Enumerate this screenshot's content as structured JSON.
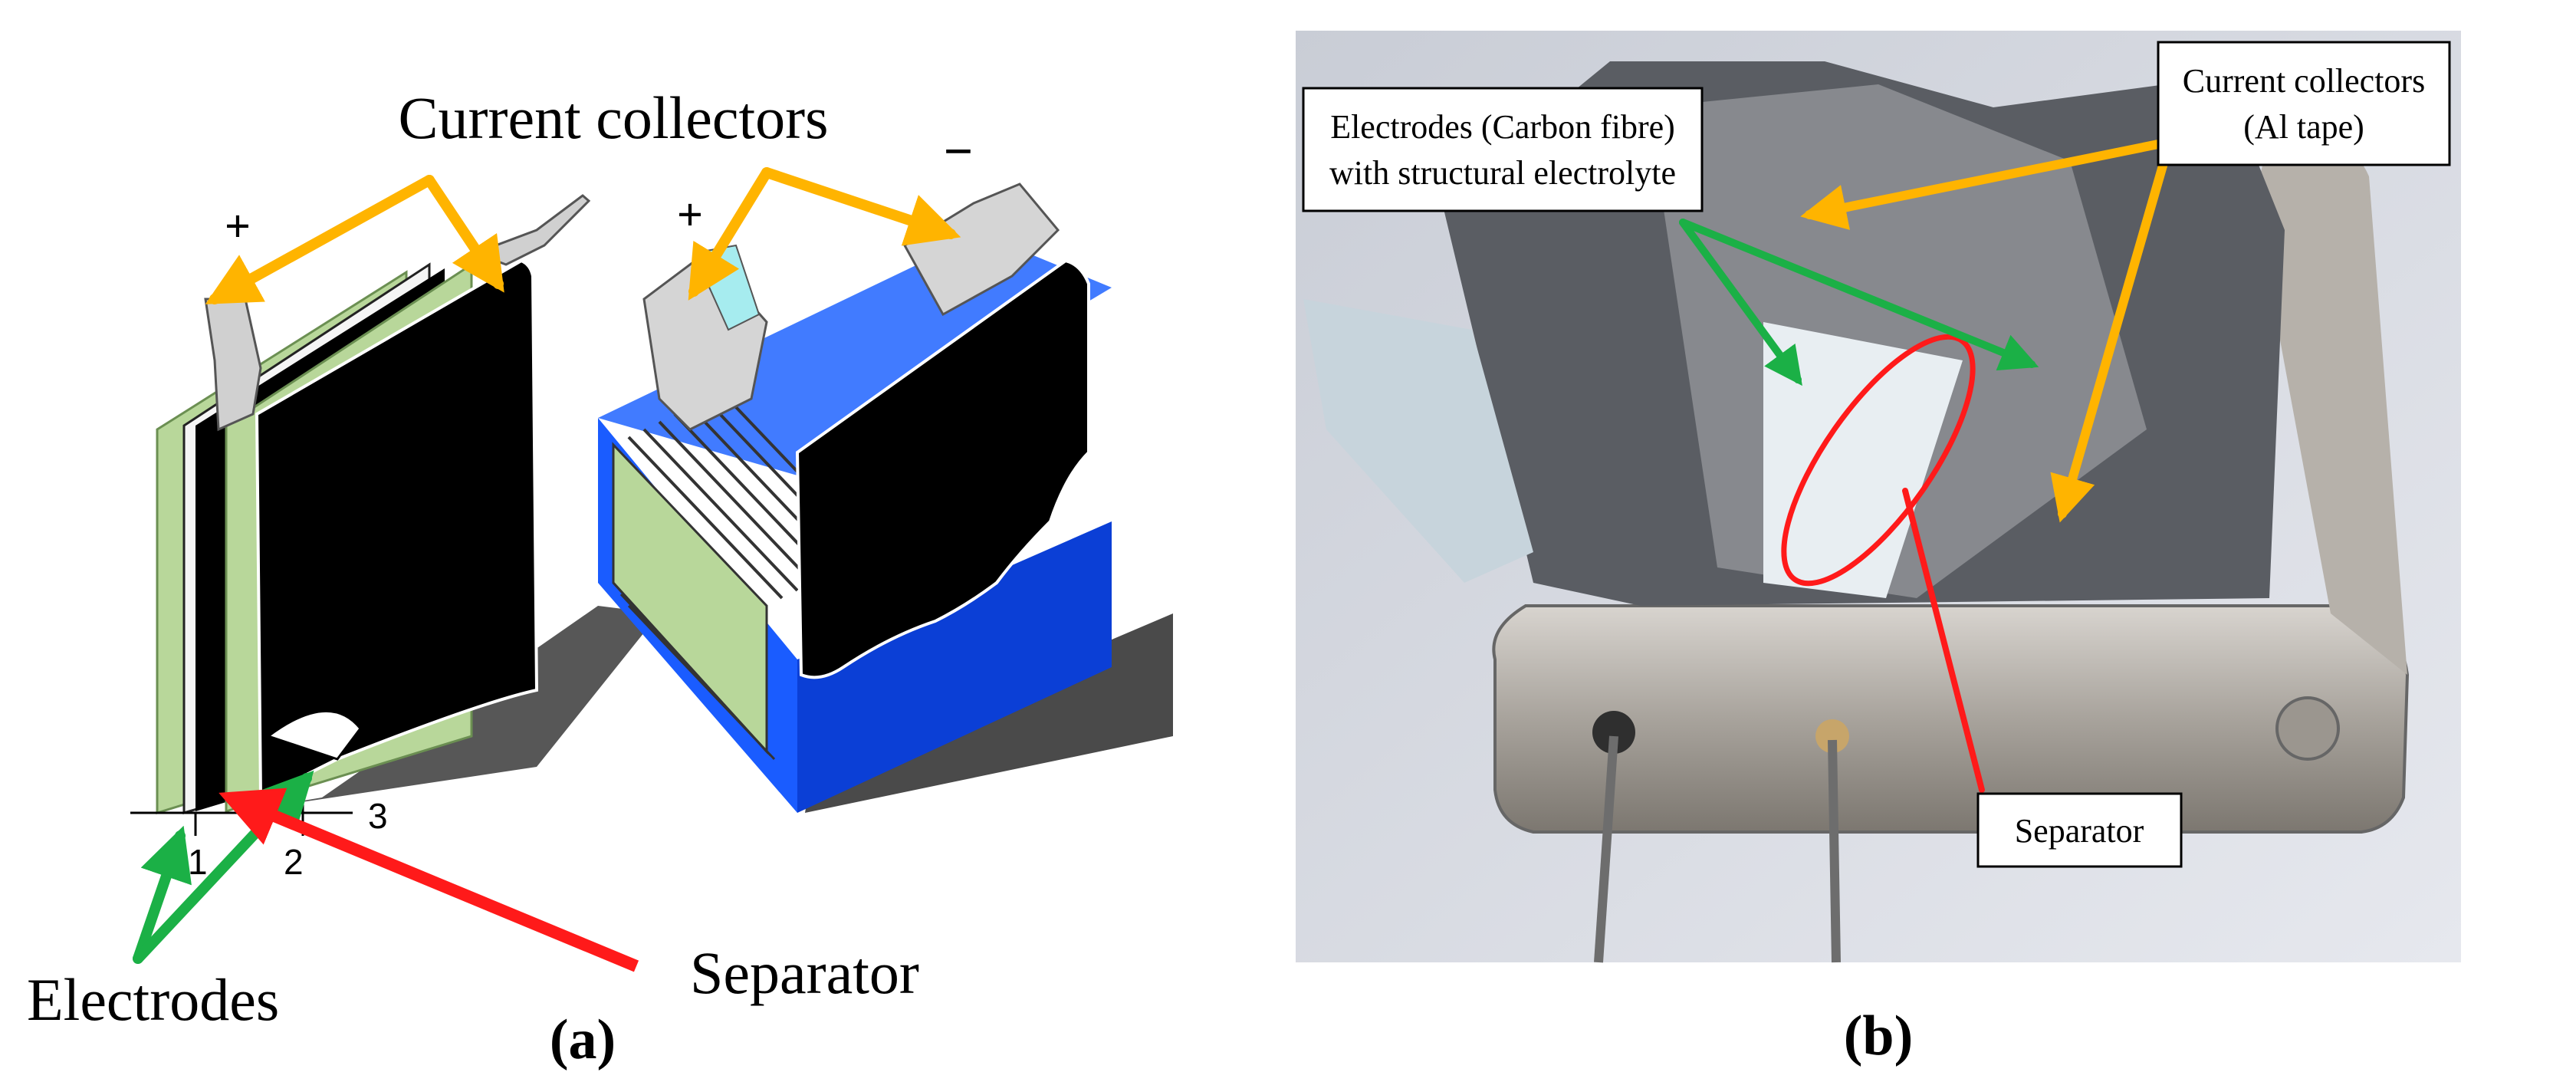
{
  "panel_a": {
    "title_collectors": "Current collectors",
    "plus_left": "+",
    "plus_right": "+",
    "minus_right": "−",
    "axis_1": "1",
    "axis_2": "2",
    "axis_3": "3",
    "label_electrodes": "Electrodes",
    "label_separator": "Separator",
    "caption": "(a)",
    "colors": {
      "electrode_green": "#b8d79a",
      "black_sheet": "#000000",
      "case_blue": "#1a5cff",
      "collector_gray": "#d0d0d0",
      "arrow_yellow": "#ffb400",
      "arrow_green": "#1bb046",
      "arrow_red": "#ff1a1a"
    }
  },
  "panel_b": {
    "box_electrodes_line1": "Electrodes (Carbon fibre)",
    "box_electrodes_line2": "with structural electrolyte",
    "box_collectors_line1": "Current collectors",
    "box_collectors_line2": "(Al tape)",
    "box_separator": "Separator",
    "caption": "(b)"
  }
}
